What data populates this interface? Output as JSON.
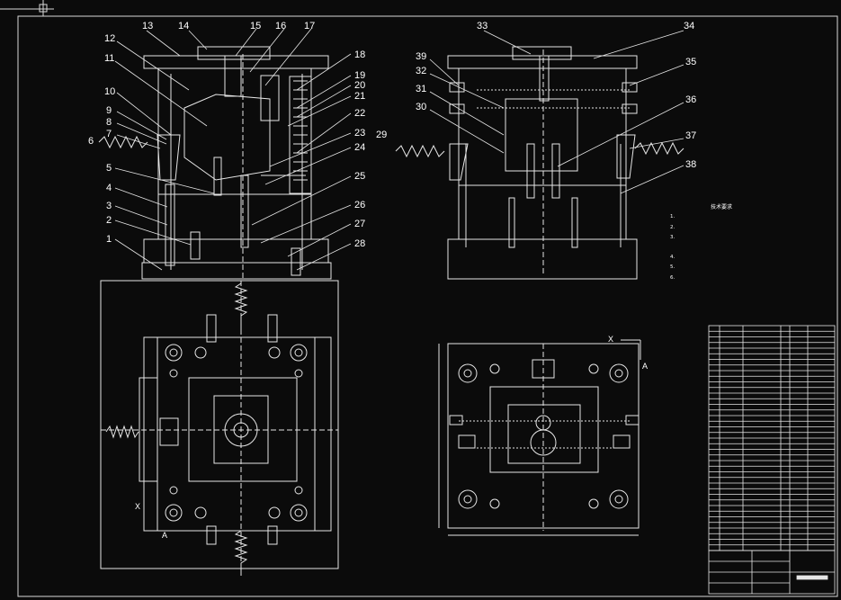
{
  "drawing": {
    "section_callouts_left": [
      "13",
      "14",
      "15",
      "16",
      "17",
      "12",
      "11",
      "10",
      "9",
      "8",
      "7",
      "6",
      "5",
      "4",
      "3",
      "2",
      "1",
      "18",
      "19",
      "20",
      "21",
      "22",
      "23",
      "24",
      "25",
      "26",
      "27",
      "28"
    ],
    "section_callouts_right": [
      "33",
      "34",
      "39",
      "32",
      "31",
      "30",
      "29",
      "35",
      "36",
      "37",
      "38"
    ],
    "notes_title": "技术要求",
    "notes": [
      "1.",
      "2.",
      "3.",
      "",
      "4.",
      "5.",
      "6."
    ],
    "view_marks": {
      "x_top": "X",
      "a_top": "A",
      "x_left": "X",
      "a_left": "A"
    },
    "bom_rows": 40
  },
  "colors": {
    "background": "#0b0b0b",
    "line": "#e8e8e8"
  }
}
